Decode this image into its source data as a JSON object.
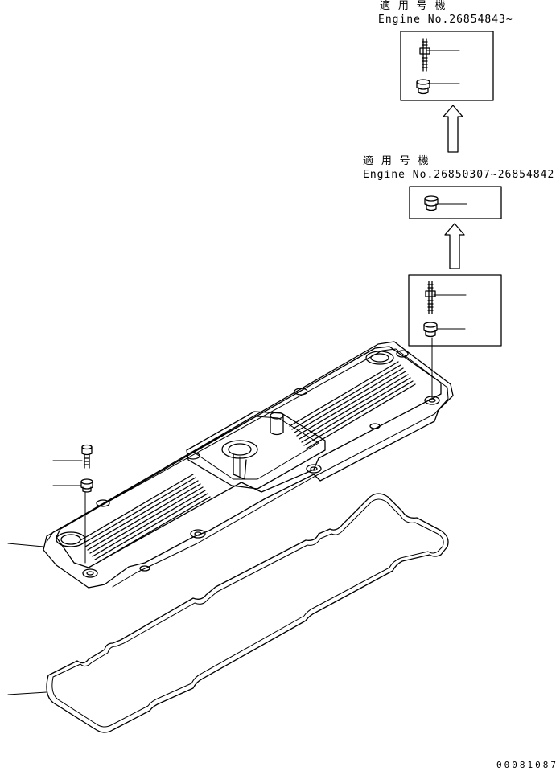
{
  "detail_top": {
    "applicable_label": "適 用 号 機",
    "engine_range": "Engine No.26854843~"
  },
  "detail_middle": {
    "applicable_label": "適 用 号 機",
    "engine_range": "Engine No.26850307~26854842"
  },
  "drawing_code": "00081087",
  "parts": [
    "valve-cover",
    "cover-gasket",
    "bolt",
    "seal-washer",
    "stud-bolt",
    "cap-nut"
  ]
}
